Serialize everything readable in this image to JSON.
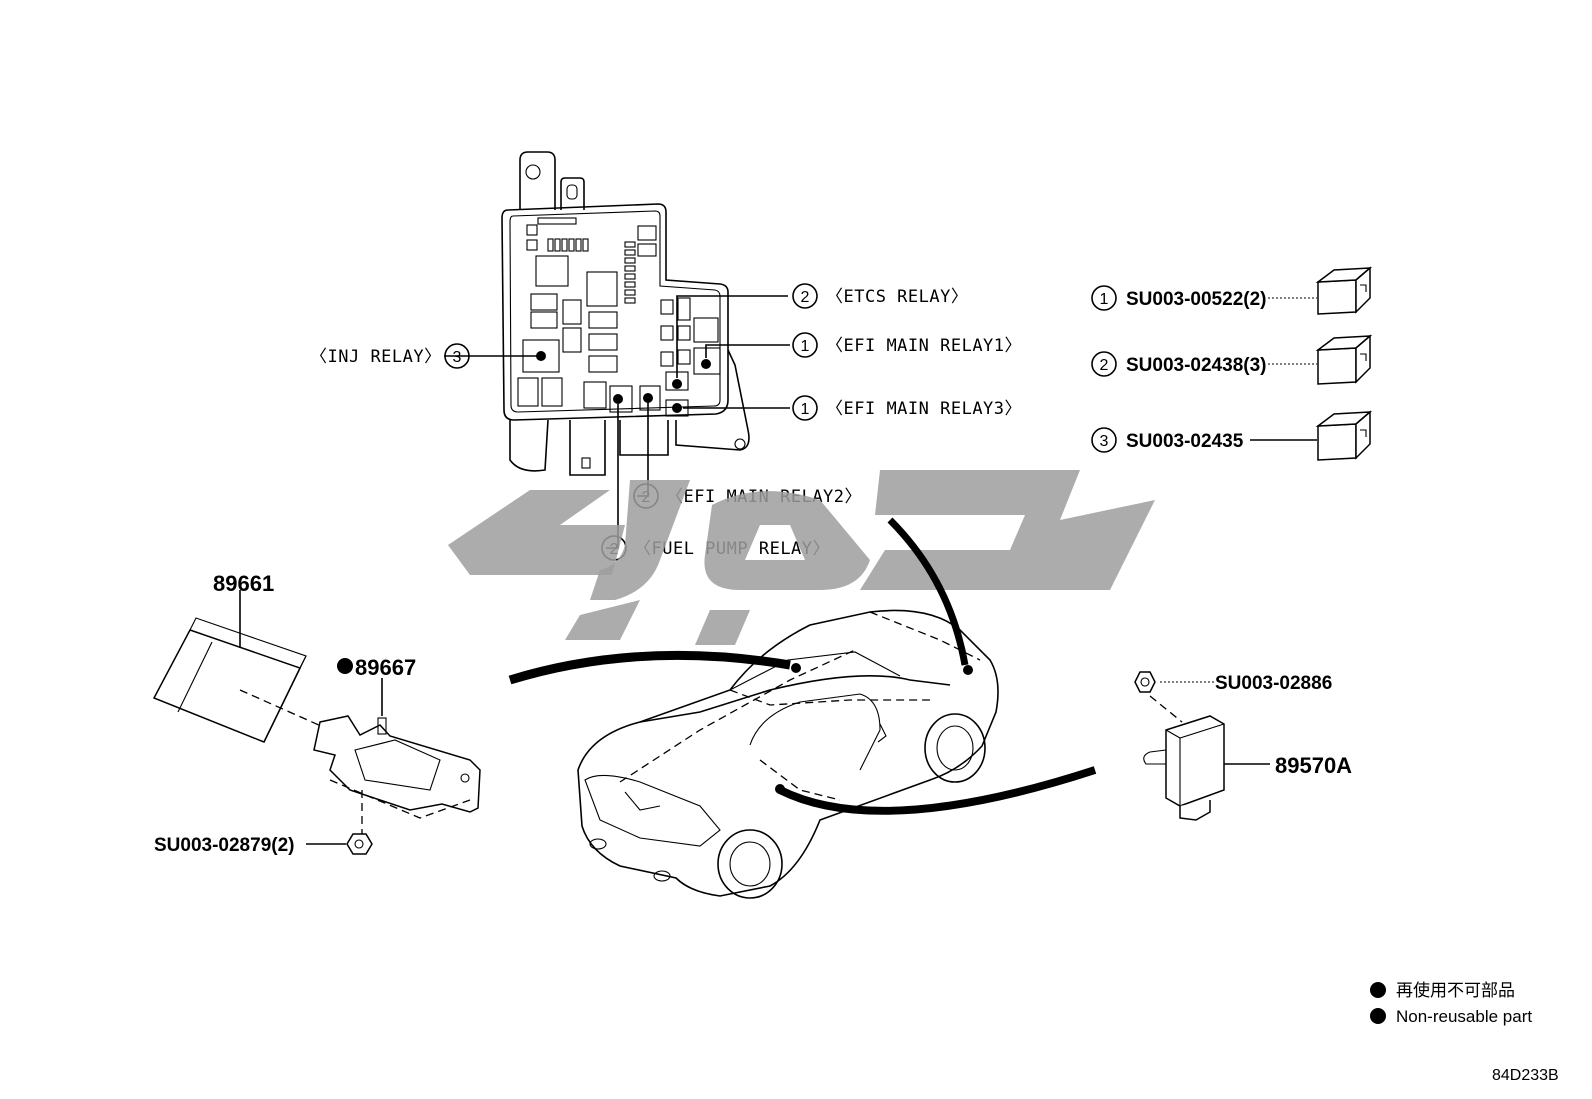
{
  "callouts": {
    "etcs": {
      "num": "2",
      "text": "〈ETCS RELAY〉"
    },
    "efi1": {
      "num": "1",
      "text": "〈EFI MAIN RELAY1〉"
    },
    "efi3": {
      "num": "1",
      "text": "〈EFI MAIN RELAY3〉"
    },
    "inj": {
      "num": "3",
      "text": "〈INJ RELAY〉"
    },
    "efi2": {
      "num": "2",
      "text": "〈EFI MAIN RELAY2〉"
    },
    "fuel": {
      "num": "2",
      "text": "〈FUEL PUMP RELAY〉"
    }
  },
  "relay_parts": [
    {
      "num": "1",
      "part": "SU003-00522(2)"
    },
    {
      "num": "2",
      "part": "SU003-02438(3)"
    },
    {
      "num": "3",
      "part": "SU003-02435"
    }
  ],
  "parts": {
    "ecu": "89661",
    "bracket": "89667",
    "bracket_marker": "●",
    "nut_left": "SU003-02879(2)",
    "nut_right": "SU003-02886",
    "module_right": "89570A"
  },
  "legend": {
    "marker": "●",
    "jp": "再使用不可部品",
    "en": "Non-reusable part"
  },
  "diagram_code": "84D233B"
}
